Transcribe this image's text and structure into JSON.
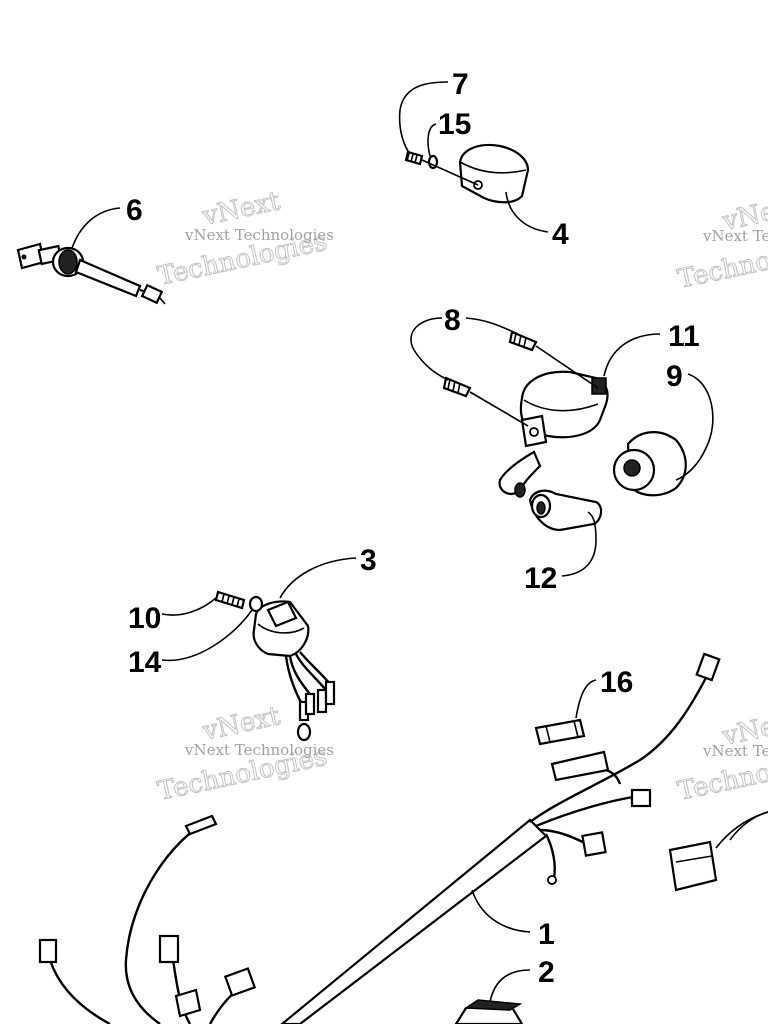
{
  "watermark": {
    "line1": "vNext Technologies",
    "line2": "vNext",
    "line3": "Technologies"
  },
  "callouts": [
    {
      "id": "c7",
      "text": "7"
    },
    {
      "id": "c15",
      "text": "15"
    },
    {
      "id": "c4",
      "text": "4"
    },
    {
      "id": "c6",
      "text": "6"
    },
    {
      "id": "c8",
      "text": "8"
    },
    {
      "id": "c11",
      "text": "11"
    },
    {
      "id": "c9",
      "text": "9"
    },
    {
      "id": "c12",
      "text": "12"
    },
    {
      "id": "c3",
      "text": "3"
    },
    {
      "id": "c10",
      "text": "10"
    },
    {
      "id": "c14",
      "text": "14"
    },
    {
      "id": "c16",
      "text": "16"
    },
    {
      "id": "c1",
      "text": "1"
    },
    {
      "id": "c2",
      "text": "2"
    }
  ]
}
